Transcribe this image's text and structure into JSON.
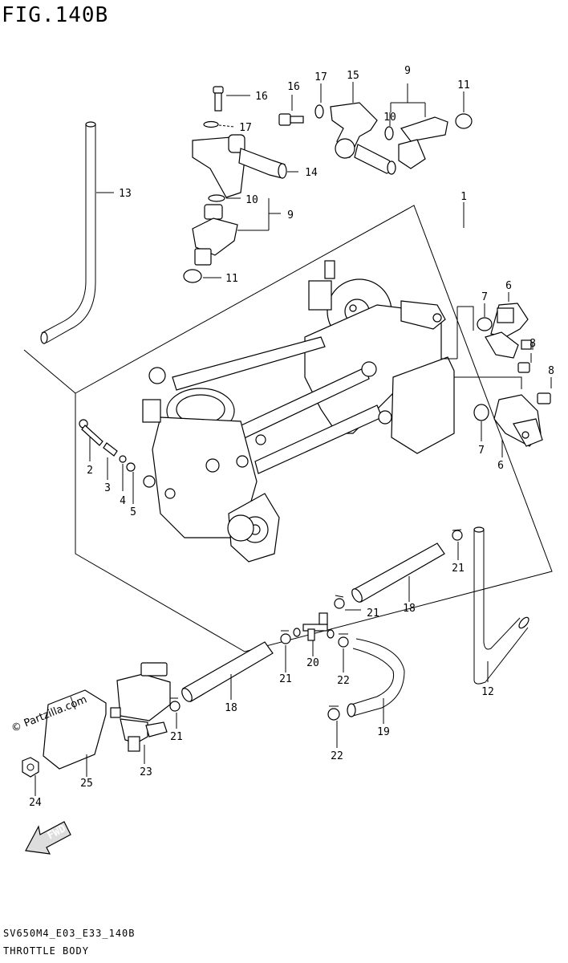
{
  "figure_title": "FIG.140B",
  "diagram_code": "SV650M4_E03_E33_140B",
  "diagram_name": "THROTTLE BODY",
  "watermark": "© Partzilla.com",
  "fwd_label": "FWD",
  "callouts": {
    "c1": "1",
    "c2": "2",
    "c3": "3",
    "c4": "4",
    "c5": "5",
    "c6a": "6",
    "c6b": "6",
    "c7a": "7",
    "c7b": "7",
    "c8a": "8",
    "c8b": "8",
    "c9a": "9",
    "c9b": "9",
    "c10a": "10",
    "c10b": "10",
    "c11a": "11",
    "c11b": "11",
    "c12": "12",
    "c13": "13",
    "c14": "14",
    "c15": "15",
    "c16a": "16",
    "c16b": "16",
    "c17a": "17",
    "c17b": "17",
    "c18a": "18",
    "c18b": "18",
    "c19": "19",
    "c20": "20",
    "c21a": "21",
    "c21b": "21",
    "c21c": "21",
    "c21d": "21",
    "c22a": "22",
    "c22b": "22",
    "c23": "23",
    "c24": "24",
    "c25": "25"
  }
}
